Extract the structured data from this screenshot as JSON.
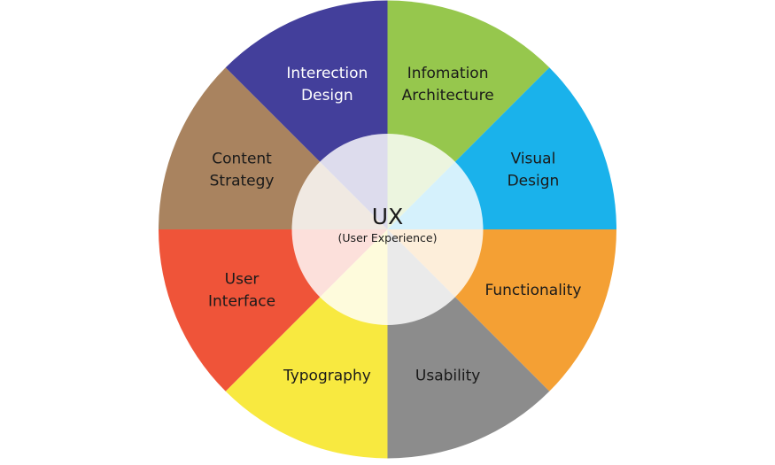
{
  "diagram": {
    "center": {
      "title": "UX",
      "subtitle": "(User Experience)"
    },
    "segments": [
      {
        "lines": [
          "Infomation",
          "Architecture"
        ],
        "color": "#96c74d",
        "text_color": "#1a1a1a"
      },
      {
        "lines": [
          "Visual",
          "Design"
        ],
        "color": "#1ab2eb",
        "text_color": "#1a1a1a"
      },
      {
        "lines": [
          "Functionality"
        ],
        "color": "#f4a034",
        "text_color": "#1a1a1a"
      },
      {
        "lines": [
          "Usability"
        ],
        "color": "#8c8c8c",
        "text_color": "#1a1a1a"
      },
      {
        "lines": [
          "Typography"
        ],
        "color": "#f8e940",
        "text_color": "#1a1a1a"
      },
      {
        "lines": [
          "User",
          "Interface"
        ],
        "color": "#ef5439",
        "text_color": "#1a1a1a"
      },
      {
        "lines": [
          "Content",
          "Strategy"
        ],
        "color": "#a9835f",
        "text_color": "#1a1a1a"
      },
      {
        "lines": [
          "Interection",
          "Design"
        ],
        "color": "#433f9b",
        "text_color": "#ffffff"
      }
    ]
  }
}
